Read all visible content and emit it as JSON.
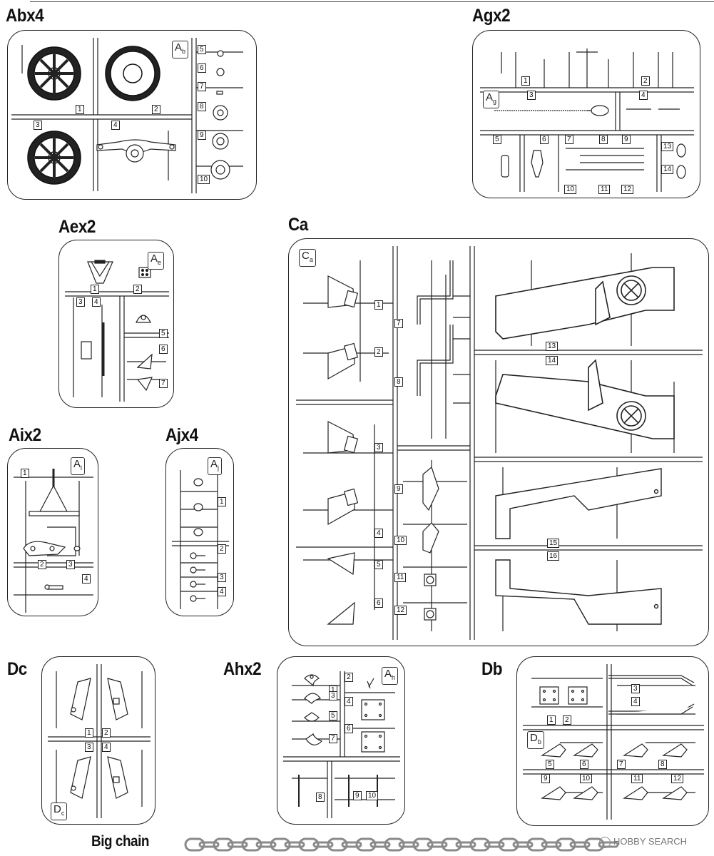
{
  "titles": {
    "abx4": "Abx4",
    "agx2": "Agx2",
    "aex2": "Aex2",
    "ca": "Ca",
    "aix2": "Aix2",
    "ajx4": "Ajx4",
    "dc": "Dc",
    "ahx2": "Ahx2",
    "db": "Db",
    "big_chain": "Big chain"
  },
  "tags": {
    "ab": {
      "main": "A",
      "sub": "b"
    },
    "ag": {
      "main": "A",
      "sub": "g"
    },
    "ae": {
      "main": "A",
      "sub": "e"
    },
    "ca": {
      "main": "C",
      "sub": "a"
    },
    "ai": {
      "main": "A",
      "sub": "i"
    },
    "aj": {
      "main": "A",
      "sub": "j"
    },
    "dc": {
      "main": "D",
      "sub": "c"
    },
    "ah": {
      "main": "A",
      "sub": "h"
    },
    "db": {
      "main": "D",
      "sub": "b"
    }
  },
  "part_numbers": {
    "ab": [
      "1",
      "2",
      "3",
      "4",
      "5",
      "6",
      "7",
      "8",
      "9",
      "10"
    ],
    "ag": [
      "1",
      "2",
      "3",
      "4",
      "5",
      "6",
      "7",
      "8",
      "9",
      "10",
      "11",
      "12",
      "13",
      "14"
    ],
    "ae": [
      "1",
      "2",
      "3",
      "4",
      "5",
      "6",
      "7"
    ],
    "ca": [
      "1",
      "2",
      "3",
      "4",
      "5",
      "6",
      "7",
      "8",
      "9",
      "10",
      "11",
      "12",
      "13",
      "14",
      "15",
      "16"
    ],
    "ai": [
      "1",
      "2",
      "3",
      "4"
    ],
    "aj": [
      "1",
      "2",
      "3",
      "4"
    ],
    "dc": [
      "1",
      "2",
      "3",
      "4"
    ],
    "ah": [
      "1",
      "2",
      "3",
      "4",
      "5",
      "6",
      "7",
      "8",
      "9",
      "10"
    ],
    "db": [
      "1",
      "2",
      "3",
      "4",
      "5",
      "6",
      "7",
      "8",
      "9",
      "10",
      "11",
      "12"
    ]
  },
  "watermark": "HOBBY SEARCH",
  "colors": {
    "line": "#222222",
    "chain": "#8a8a8a"
  }
}
